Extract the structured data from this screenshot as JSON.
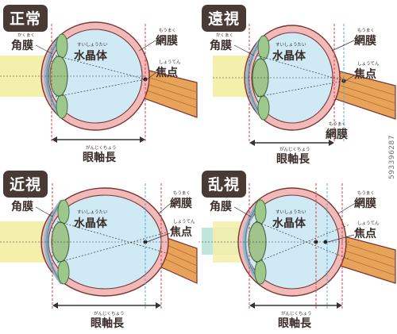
{
  "panels": [
    {
      "title": "正常",
      "cornea_ruby": "かくまく",
      "cornea": "角膜",
      "lens_ruby": "すいしょうたい",
      "lens": "水晶体",
      "retina_ruby": "もうまく",
      "retina": "網膜",
      "focus_ruby": "しょうてん",
      "focus": "焦点",
      "axis_ruby": "がんじくちょう",
      "axis": "眼軸長"
    },
    {
      "title": "遠視",
      "cornea_ruby": "かくまく",
      "cornea": "角膜",
      "lens_ruby": "すいしょうたい",
      "lens": "水晶体",
      "retina_ruby": "もうまく",
      "retina": "網膜",
      "focus_ruby": "しょうてん",
      "focus": "焦点",
      "retina2_ruby": "もうまく",
      "retina2": "網膜",
      "axis_ruby": "がんじくちょう",
      "axis": "眼軸長"
    },
    {
      "title": "近視",
      "cornea_ruby": "かくまく",
      "cornea": "角膜",
      "lens_ruby": "すいしょうたい",
      "lens": "水晶体",
      "retina_ruby": "もうまく",
      "retina": "網膜",
      "focus_ruby": "しょうてん",
      "focus": "焦点",
      "axis_ruby": "がんじくちょう",
      "axis": "眼軸長"
    },
    {
      "title": "乱視",
      "cornea_ruby": "かくまく",
      "cornea": "角膜",
      "lens_ruby": "すいしょうたい",
      "lens": "水晶体",
      "retina_ruby": "もうまく",
      "retina": "網膜",
      "focus_ruby": "しょうてん",
      "focus": "焦点",
      "axis_ruby": "がんじくちょう",
      "axis": "眼軸長"
    }
  ],
  "stock_id": "593396287",
  "colors": {
    "badge": "#4a3a35",
    "light_beam": "#f4efaa",
    "astig_beam": "#bfe6dc",
    "eyeball": "#cfeaf5",
    "wall": "#f2b9b9",
    "outline": "#7a3530",
    "lens": "#9fc48c",
    "muscle": "#9cc88c",
    "nerve": "#e7a35a",
    "guide_red": "#d8424a",
    "guide_blue": "#5aa9d6"
  }
}
